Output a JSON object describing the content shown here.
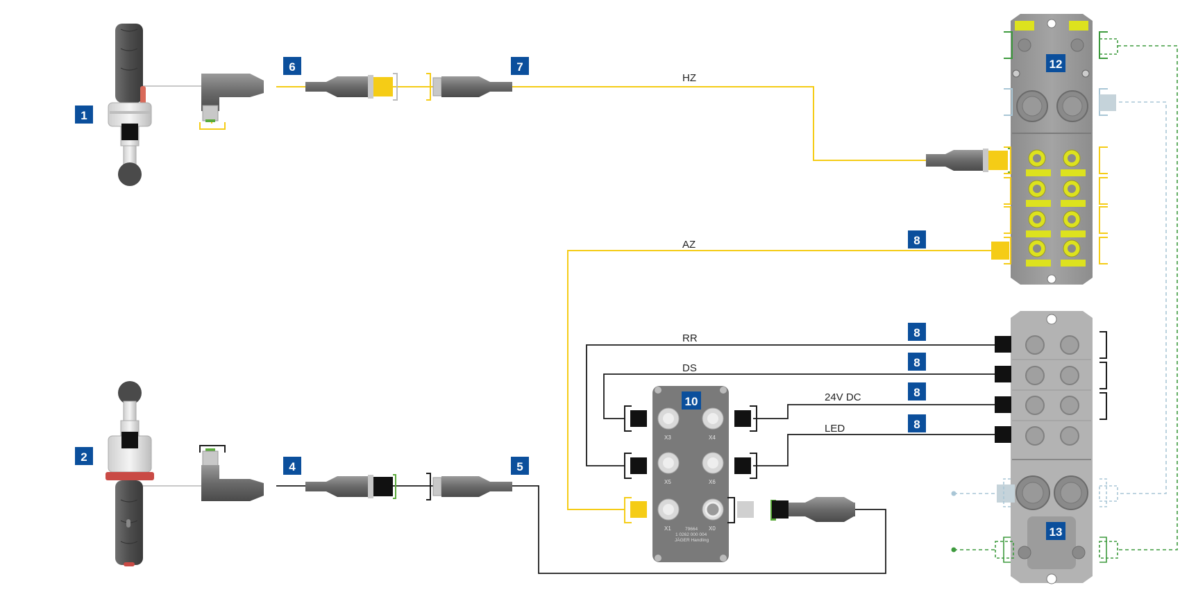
{
  "badges": {
    "b1": "1",
    "b2": "2",
    "b4": "4",
    "b5": "5",
    "b6": "6",
    "b7": "7",
    "b8a": "8",
    "b8b": "8",
    "b8c": "8",
    "b8d": "8",
    "b8e": "8",
    "b10": "10",
    "b12": "12",
    "b13": "13"
  },
  "wires": {
    "hz": "HZ",
    "az": "AZ",
    "rr": "RR",
    "ds": "DS",
    "v24": "24V DC",
    "led": "LED"
  },
  "junction_box": {
    "ports": {
      "x3": "X3",
      "x4": "X4",
      "x5": "X5",
      "x6": "X6",
      "x1": "X1",
      "x0": "X0"
    },
    "plate_line1": "79664",
    "plate_line2": "1 0262 000 004",
    "plate_line3": "JÄGER Handling"
  },
  "colors": {
    "badge": "#0b4f9c",
    "yellow_wire": "#f5cc16",
    "black_wire": "#1a1a1a",
    "green_bracket": "#3d9a3d",
    "lightblue_bracket": "#a9c6d6",
    "module_grey": "#9a9a9a",
    "yellow_port": "#dde21e"
  }
}
